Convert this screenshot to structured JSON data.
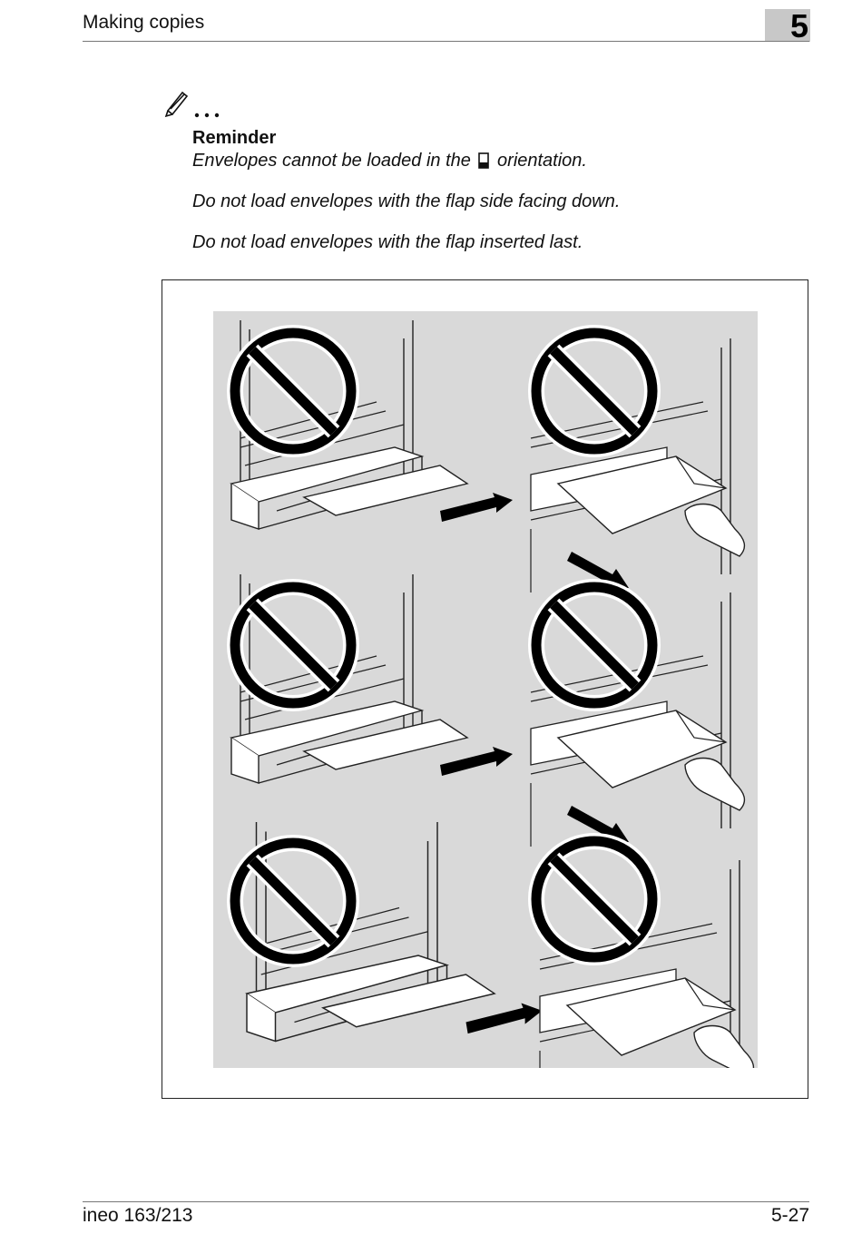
{
  "header": {
    "section_title": "Making copies",
    "chapter_number": "5"
  },
  "note": {
    "icon": "pencil-note-icon",
    "title": "Reminder",
    "line1_before": "Envelopes cannot be loaded in the",
    "line1_after": "orientation.",
    "line1_icon": "portrait-orientation-icon",
    "line2": "Do not load envelopes with the flap side facing down.",
    "line3": "Do not load envelopes with the flap inserted last."
  },
  "figure": {
    "illustrations": [
      "prohibited-envelope-bypass-tray-1",
      "prohibited-envelope-hand-feed-1",
      "prohibited-envelope-bypass-tray-2",
      "prohibited-envelope-hand-feed-2",
      "prohibited-envelope-bypass-tray-3",
      "prohibited-envelope-hand-feed-3"
    ],
    "symbol": "prohibited-icon"
  },
  "footer": {
    "model": "ineo 163/213",
    "page": "5-27"
  }
}
